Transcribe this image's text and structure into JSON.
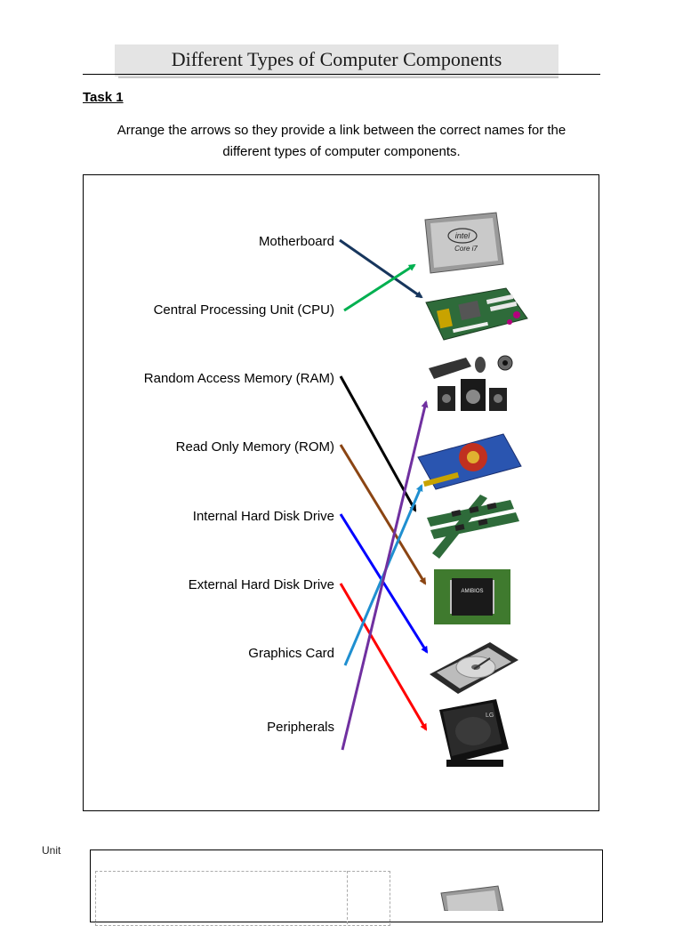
{
  "header": {
    "title": "Different Types of Computer Components"
  },
  "task": {
    "heading": "Task 1",
    "instruction_line1": "Arrange the arrows so they provide a link between the correct names for the",
    "instruction_line2": "different types of computer components."
  },
  "labels": [
    "Motherboard",
    "Central Processing Unit (CPU)",
    "Random Access Memory (RAM)",
    "Read Only Memory (ROM)",
    "Internal Hard Disk Drive",
    "External Hard Disk Drive",
    "Graphics Card",
    "Peripherals"
  ],
  "images": [
    {
      "name": "cpu-image",
      "logo_text": "intel",
      "model_text": "Core i7"
    },
    {
      "name": "motherboard-image"
    },
    {
      "name": "peripherals-image"
    },
    {
      "name": "graphics-card-image"
    },
    {
      "name": "ram-image"
    },
    {
      "name": "rom-chip-image",
      "chip_text": "AMIBIOS"
    },
    {
      "name": "internal-hdd-image"
    },
    {
      "name": "external-hdd-image",
      "logo_text": "LG"
    }
  ],
  "arrow_colors": {
    "motherboard": "#17365d",
    "cpu": "#00b050",
    "ram": "#000000",
    "rom": "#8b4513",
    "internal_hdd": "#0000ff",
    "external_hdd": "#ff0000",
    "graphics": "#1f8fd0",
    "peripherals": "#7030a0"
  },
  "footer": {
    "text": "Unit"
  }
}
